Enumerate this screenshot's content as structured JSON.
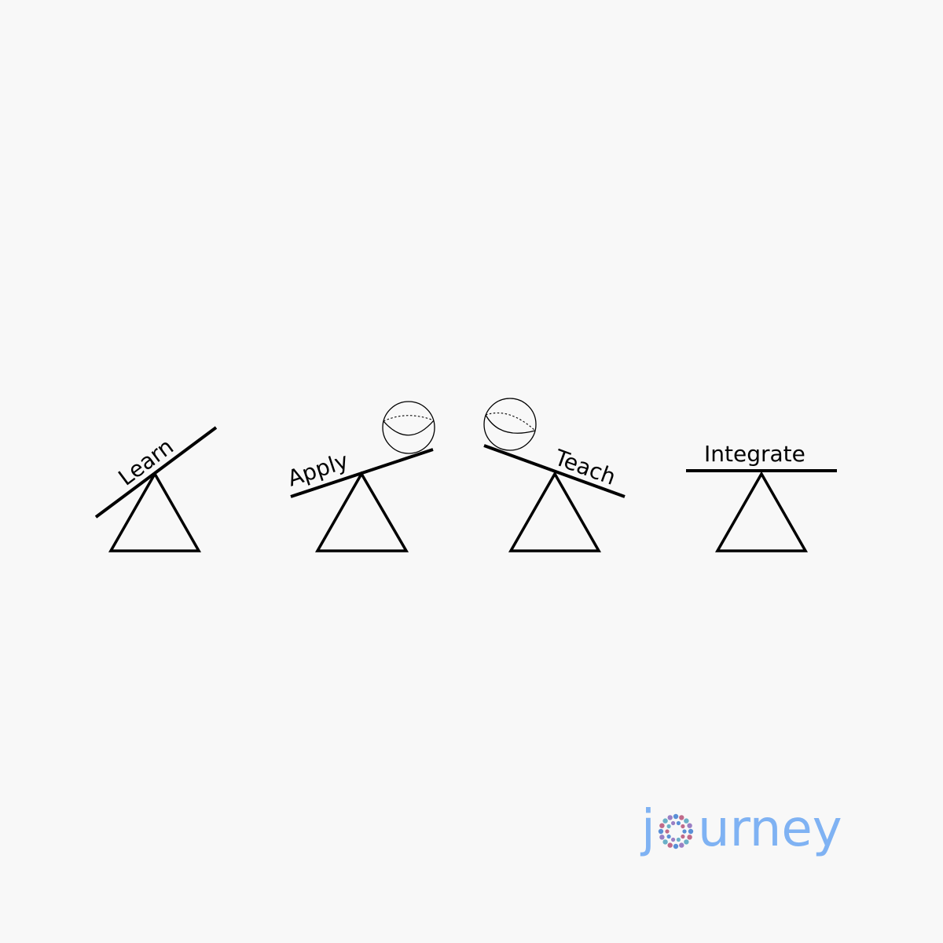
{
  "diagram": {
    "stages": [
      {
        "id": "learn",
        "label": "Learn",
        "has_ball": false
      },
      {
        "id": "apply",
        "label": "Apply",
        "has_ball": true
      },
      {
        "id": "teach",
        "label": "Teach",
        "has_ball": true
      },
      {
        "id": "integrate",
        "label": "Integrate",
        "has_ball": false
      }
    ]
  },
  "logo": {
    "text_j": "j",
    "text_rest": "urney",
    "color": "#7fb2f3",
    "dot_colors": [
      "#5a8fd6",
      "#c06a8a",
      "#6ab0c8",
      "#9a7fc4"
    ]
  }
}
